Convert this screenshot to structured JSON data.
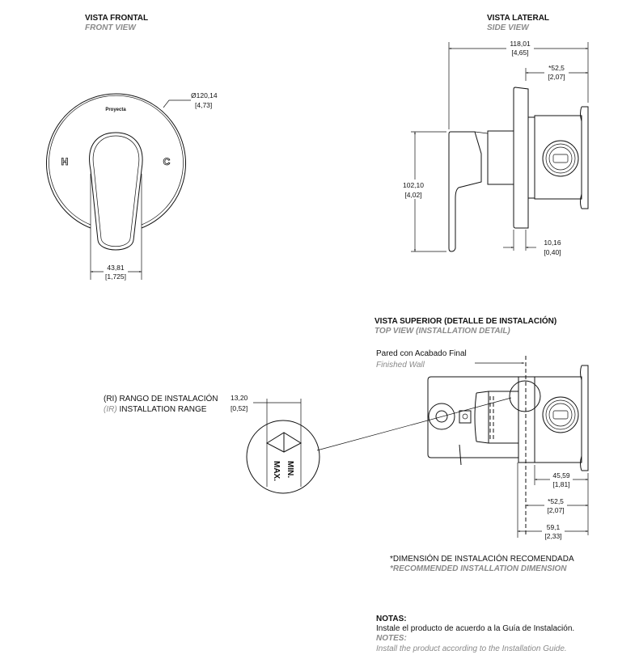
{
  "front_view": {
    "title": "VISTA FRONTAL",
    "subtitle": "FRONT VIEW",
    "brand": "Proyecta",
    "hot_label": "H",
    "cold_label": "C",
    "diameter": "Ø120,14",
    "diameter_in": "[4,73]",
    "handle_width": "43,81",
    "handle_width_in": "[1,725]"
  },
  "side_view": {
    "title": "VISTA LATERAL",
    "subtitle": "SIDE VIEW",
    "total_depth": "118,01",
    "total_depth_in": "[4,65]",
    "install_depth": "*52,5",
    "install_depth_in": "[2,07]",
    "height": "102,10",
    "height_in": "[4,02]",
    "plate_thickness": "10,16",
    "plate_thickness_in": "[0,40]"
  },
  "top_view": {
    "title": "VISTA SUPERIOR (DETALLE DE INSTALACIÓN)",
    "subtitle": "TOP VIEW (INSTALLATION DETAIL)",
    "wall_label": "Pared con Acabado Final",
    "wall_label_en": "Finished Wall",
    "dim1": "45,59",
    "dim1_in": "[1,81]",
    "dim2": "*52,5",
    "dim2_in": "[2,07]",
    "dim3": "59,1",
    "dim3_in": "[2,33]"
  },
  "detail": {
    "range_label": "(RI) RANGO DE INSTALACIÓN",
    "range_label_en_prefix": "(IR)",
    "range_label_en": " INSTALLATION RANGE",
    "range_value": "13,20",
    "range_value_in": "[0,52]",
    "min_label": "MIN.",
    "max_label": "MAX."
  },
  "footnote": {
    "es": "*DIMENSIÓN DE INSTALACIÓN RECOMENDADA",
    "en": "*RECOMMENDED INSTALLATION DIMENSION"
  },
  "notes": {
    "title_es": "NOTAS:",
    "text_es": "Instale el producto de acuerdo a la Guía de Instalación.",
    "title_en": "NOTES:",
    "text_en": "Install the product according to the Installation Guide."
  }
}
